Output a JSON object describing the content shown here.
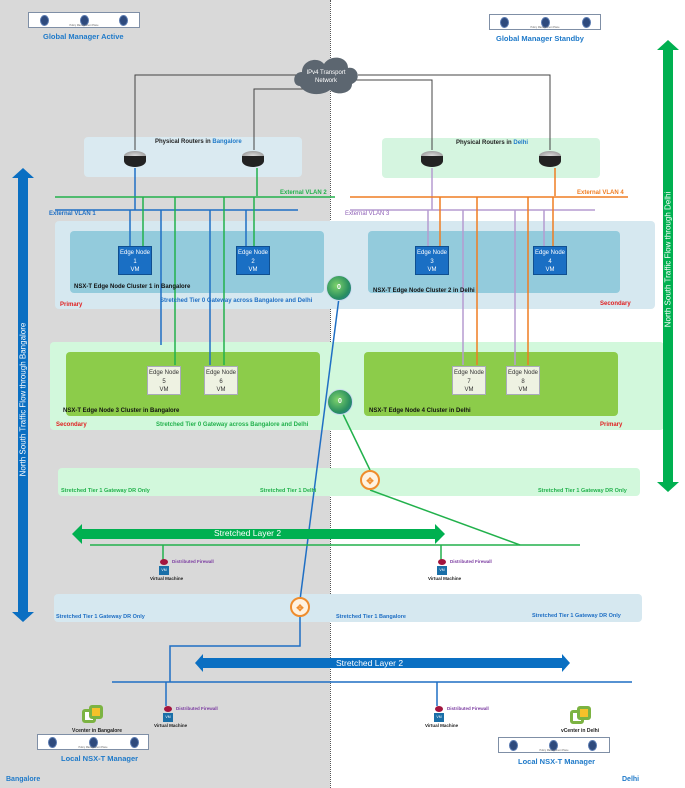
{
  "sites": {
    "left": "Bangalore",
    "right": "Delhi"
  },
  "global_managers": {
    "active": {
      "title": "Global Manager Active",
      "sub": "Policy Management Plane"
    },
    "standby": {
      "title": "Global Manager Standby",
      "sub": "Policy Management Plane"
    }
  },
  "transport": {
    "line1": "IPv4 Transport",
    "line2": "Network"
  },
  "physical_routers": {
    "bangalore": {
      "prefix": "Physical Routers in ",
      "site": "Bangalore"
    },
    "delhi": {
      "prefix": "Physical Routers in ",
      "site": "Delhi"
    }
  },
  "vlans": {
    "vlan1": "External VLAN 1",
    "vlan2": "External VLAN 2",
    "vlan3": "External VLAN 3",
    "vlan4": "External VLAN 4"
  },
  "tier0_upper": {
    "gateway_label": "Stretched Tier 0 Gateway across Bangalore and Delhi",
    "left_role": "Primary",
    "right_role": "Secondary",
    "cluster1": "NSX-T Edge Node Cluster 1 in Bangalore",
    "cluster2": "NSX-T Edge Node Cluster 2 in Delhi",
    "icon_label": "0"
  },
  "tier0_lower": {
    "gateway_label": "Stretched Tier 0 Gateway across Bangalore and Delhi",
    "left_role": "Secondary",
    "right_role": "Primary",
    "cluster3": "NSX-T Edge Node 3 Cluster in Bangalore",
    "cluster4": "NSX-T Edge Node 4 Cluster in Delhi",
    "icon_label": "0"
  },
  "edge_nodes": [
    {
      "line1": "Edge Node",
      "num": "1",
      "line3": "VM"
    },
    {
      "line1": "Edge Node",
      "num": "2",
      "line3": "VM"
    },
    {
      "line1": "Edge Node",
      "num": "3",
      "line3": "VM"
    },
    {
      "line1": "Edge Node",
      "num": "4",
      "line3": "VM"
    },
    {
      "line1": "Edge Node",
      "num": "5",
      "line3": "VM"
    },
    {
      "line1": "Edge Node",
      "num": "6",
      "line3": "VM"
    },
    {
      "line1": "Edge Node",
      "num": "7",
      "line3": "VM"
    },
    {
      "line1": "Edge Node",
      "num": "8",
      "line3": "VM"
    }
  ],
  "tier1_delhi": {
    "left": "Stretched Tier 1 Gateway DR Only",
    "center": "Stretched Tier 1 Delhi",
    "right": "Stretched Tier 1 Gateway DR Only"
  },
  "tier1_bangalore": {
    "left": "Stretched Tier 1 Gateway DR Only",
    "center": "Stretched Tier 1 Bangalore",
    "right": "Stretched Tier 1 Gateway DR Only"
  },
  "layer2": {
    "green": "Stretched Layer 2",
    "blue": "Stretched Layer 2"
  },
  "vm": {
    "firewall": "Distributed Firewall",
    "label": "Virtual Machine",
    "box": "VM"
  },
  "vcenter": {
    "bangalore": "Vcenter in Bangalore",
    "delhi": "vCenter in Delhi"
  },
  "local_managers": {
    "bangalore": {
      "title": "Local NSX-T Manager",
      "sub": "Policy Management Plane"
    },
    "delhi": {
      "title": "Local NSX-T Manager",
      "sub": "Policy Management Plane"
    }
  },
  "north_south": {
    "bangalore": "North South Traffic Flow through Bangalore",
    "delhi": "North South Traffic Flow through Delhi"
  },
  "colors": {
    "vlan1": "#1f6fc4",
    "vlan2": "#22b14c",
    "vlan3": "#b59bd1",
    "vlan4": "#ef7d22",
    "primary_text": "#e02020",
    "title_blue": "#1f7ac9"
  }
}
